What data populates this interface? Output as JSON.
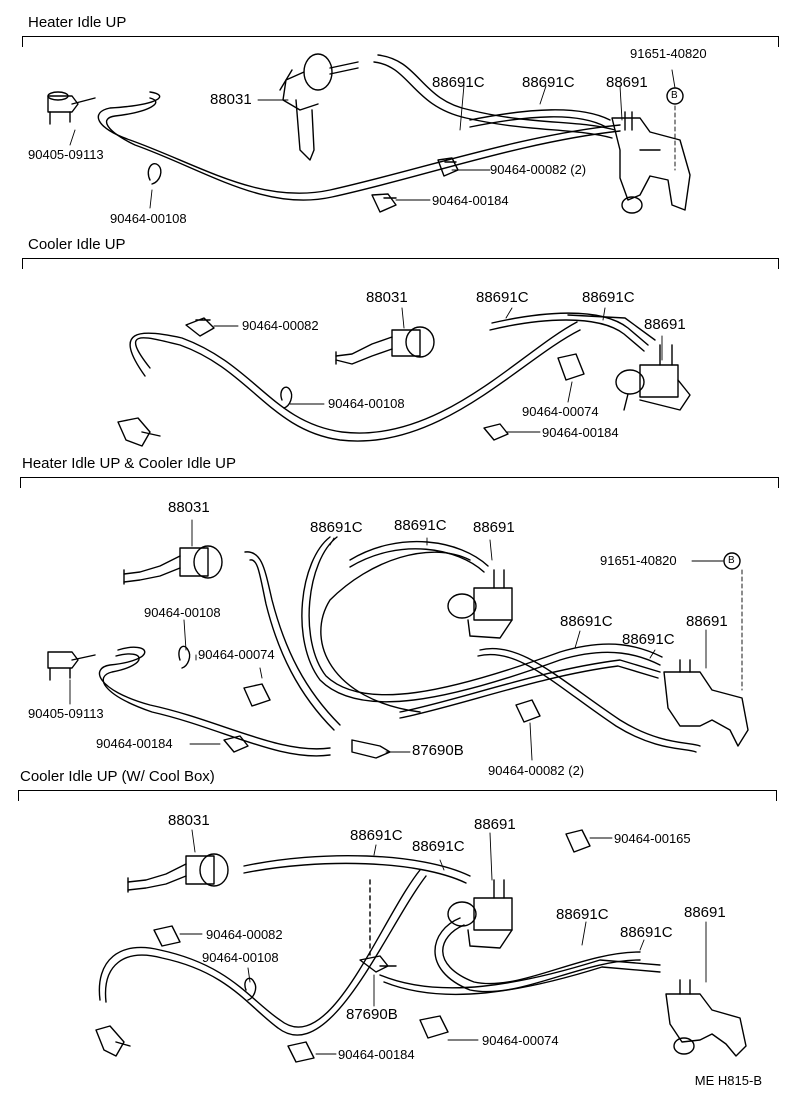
{
  "sections": [
    {
      "title": "Heater Idle UP"
    },
    {
      "title": "Cooler Idle UP"
    },
    {
      "title": "Heater Idle UP & Cooler Idle UP"
    },
    {
      "title": "Cooler Idle UP (W/ Cool Box)"
    }
  ],
  "labels": {
    "s1": [
      "88031",
      "88691C",
      "88691C",
      "88691",
      "91651-40820",
      "B",
      "90405-09113",
      "90464-00108",
      "90464-00082 (2)",
      "90464-00184"
    ],
    "s2": [
      "88031",
      "88691C",
      "88691C",
      "88691",
      "90464-00082",
      "90464-00108",
      "90464-00074",
      "90464-00184"
    ],
    "s3": [
      "88031",
      "88691C",
      "88691C",
      "88691",
      "91651-40820",
      "B",
      "90464-00108",
      "90464-00074",
      "90405-09113",
      "90464-00184",
      "87690B",
      "88691C",
      "88691C",
      "88691",
      "90464-00082 (2)"
    ],
    "s4": [
      "88031",
      "88691C",
      "88691C",
      "88691",
      "90464-00165",
      "90464-00082",
      "90464-00108",
      "87690B",
      "88691C",
      "88691C",
      "88691",
      "90464-00074",
      "90464-00184"
    ]
  },
  "footer": "ME  H815-B"
}
